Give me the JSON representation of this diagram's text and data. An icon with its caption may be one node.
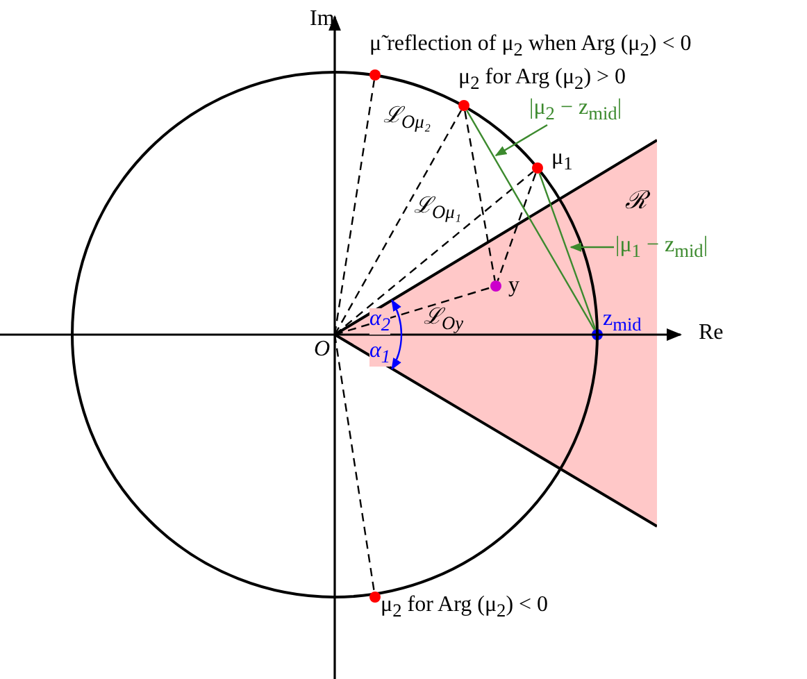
{
  "diagram": {
    "nodes": [
      {
        "text": [
          "O"
        ]
      },
      {
        "text": [],
        "shape": "circle",
        "beside": [
          "μ̃ reflection of μ$_{2}$ when Arg (μ$_{2}$) < 0"
        ]
      },
      {
        "text": [],
        "shape": "circle",
        "beside": [
          "μ$_{2}$ for Arg (μ$_{2}$) > 0"
        ]
      },
      {
        "text": [],
        "shape": "circle",
        "beside": [
          "μ$_{1}$"
        ]
      },
      {
        "text": [
          "ℛ"
        ]
      },
      {
        "text": [],
        "shape": "circle",
        "beside": [
          "y"
        ],
        "in": 4
      },
      {
        "text": [],
        "shape": "circle",
        "beside": [
          "z$_{mid}$"
        ],
        "in": 4
      },
      {
        "text": [],
        "shape": "circle",
        "beside": [
          "μ$_{2}$ for Arg (μ$_{2}$) < 0"
        ]
      },
      {
        "text": [
          "|μ$_{2}$ − z$_{mid}$|"
        ]
      },
      {
        "text": [
          "|μ$_{1}$ − z$_{mid}$|"
        ]
      }
    ],
    "edges": [
      {
        "from": 0,
        "to": 1,
        "arrow": "none",
        "style": "dashed"
      },
      {
        "from": 0,
        "to": 2,
        "arrow": "none",
        "style": "dashed",
        "label": "ℒ$_{Oμ₂}$"
      },
      {
        "from": 0,
        "to": 3,
        "arrow": "none",
        "style": "dashed",
        "label": "ℒ$_{Oμ₁}$"
      },
      {
        "from": 0,
        "to": 5,
        "arrow": "none",
        "style": "dashed",
        "label": "ℒ$_{Oy}$"
      },
      {
        "from": 0,
        "to": 7,
        "arrow": "none",
        "style": "dashed"
      },
      {
        "from": 2,
        "to": 5,
        "arrow": "none",
        "style": "dashed"
      },
      {
        "from": 3,
        "to": 5,
        "arrow": "none",
        "style": "dashed"
      },
      {
        "from": 2,
        "to": 6,
        "arrow": "none",
        "color": "#3c8a2e"
      },
      {
        "from": 3,
        "to": 6,
        "arrow": "none",
        "color": "#3c8a2e"
      },
      {
        "from": 8,
        "to": null,
        "arrow": "to",
        "color": "#3c8a2e"
      },
      {
        "from": 9,
        "to": null,
        "arrow": "to",
        "color": "#3c8a2e"
      }
    ],
    "labels": [
      "Im",
      "Re",
      "α$_{2}$",
      "α$_{1}$"
    ]
  }
}
